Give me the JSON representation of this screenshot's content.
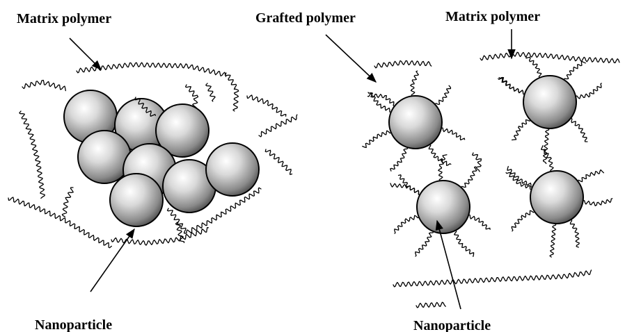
{
  "labels": {
    "left_matrix": "Matrix polymer",
    "left_nanoparticle": "Nanoparticle",
    "right_grafted": "Grafted polymer",
    "right_matrix": "Matrix polymer",
    "right_nanoparticle": "Nanoparticle"
  },
  "colors": {
    "stroke": "#000000",
    "sphere_highlight": "#ffffff",
    "sphere_shadow": "#3a3a3a"
  }
}
